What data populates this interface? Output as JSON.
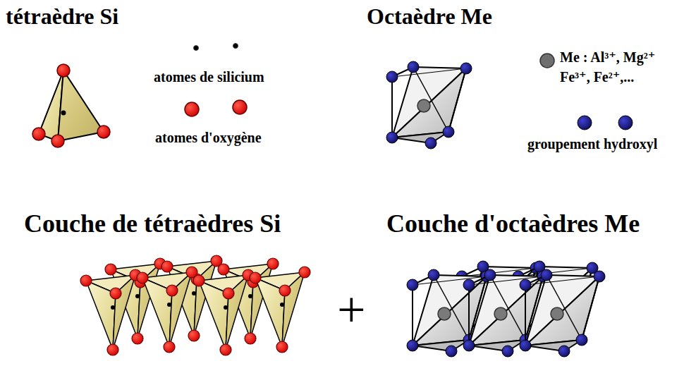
{
  "diagram": {
    "labels": [
      "tétraèdre Si",
      "atomes de silicium",
      "atomes d'oxygène",
      "Octaèdre Me",
      "Me : Al³⁺, Mg²⁺",
      "Fe³⁺, Fe²⁺,...",
      "groupement hydroxyl",
      "Couche de tétraèdres Si",
      "+",
      "Couche d'octaèdres Me"
    ]
  }
}
